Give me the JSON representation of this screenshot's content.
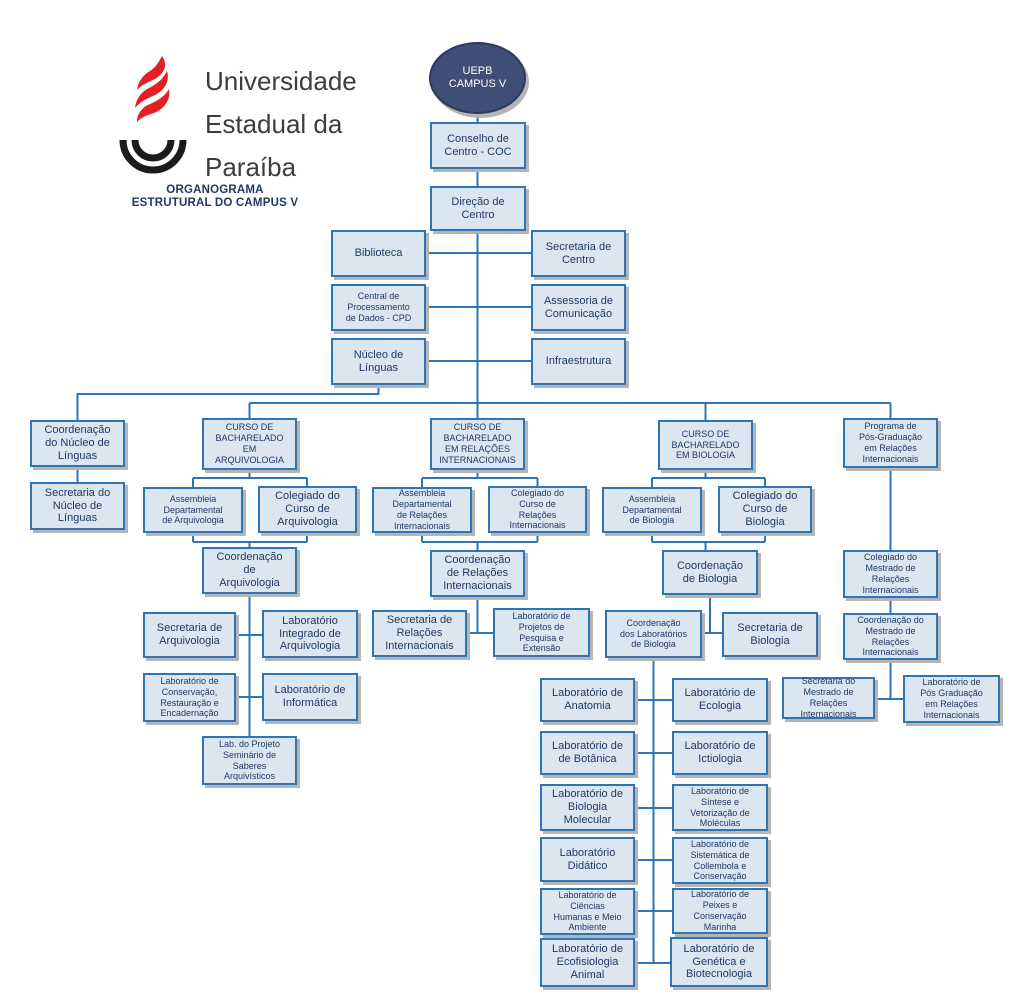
{
  "header": {
    "university_name": "Universidade\nEstadual da\nParaíba",
    "subtitle": "ORGANOGRAMA\nESTRUTURAL DO CAMPUS V"
  },
  "colors": {
    "node_fill": "#dce6f1",
    "node_border": "#2e75b6",
    "node_text": "#1f3864",
    "line": "#2e75b6",
    "ellipse_fill": "#3f4e77",
    "ellipse_text": "#ffffff",
    "shadow": "#b5b5b5",
    "flame_red": "#e31e24",
    "arc_black": "#1b1b1b",
    "title_text": "#3d3d3d"
  },
  "icons": {
    "logo": "uepb-flame-logo"
  },
  "nodes": {
    "uepb": "UEPB\nCAMPUS V",
    "conselho": "Conselho de\nCentro - COC",
    "direcao": "Direção de\nCentro",
    "biblioteca": "Biblioteca",
    "secretaria_centro": "Secretaria de\nCentro",
    "cpd": "Central de\nProcessamento\nde Dados - CPD",
    "assessoria": "Assessoria de\nComunicação",
    "nucleo_linguas": "Núcleo de\nLínguas",
    "infraestrutura": "Infraestrutura",
    "coord_nucleo": "Coordenação\ndo Núcleo de\nLínguas",
    "secr_nucleo": "Secretaria do\nNúcleo de\nLínguas",
    "curso_arq": "CURSO DE\nBACHARELADO\nEM\nARQUIVOLOGIA",
    "assemb_arq": "Assembleia\nDepartamental\nde Arquivologia",
    "coleg_arq": "Colegiado do\nCurso de\nArquivologia",
    "coord_arq": "Coordenação\nde\nArquivologia",
    "secr_arq": "Secretaria de\nArquivologia",
    "lab_int_arq": "Laboratório\nIntegrado de\nArquivologia",
    "lab_conserv": "Laboratório de\nConservação,\nRestauração e\nEncadernação",
    "lab_inform": "Laboratório de\nInformática",
    "lab_projeto": "Lab. do Projeto\nSeminário de\nSaberes\nArquivísticos",
    "curso_ri": "CURSO DE\nBACHARELADO\nEM RELAÇÕES\nINTERNACIONAIS",
    "assemb_ri": "Assembleia\nDepartamental\nde Relações\nInternacionais",
    "coleg_ri": "Colegiado do\nCurso de\nRelações\nInternacionais",
    "coord_ri": "Coordenação\nde Relações\nInternacionais",
    "secr_ri": "Secretaria de\nRelações\nInternacionais",
    "lab_proj_ri": "Laboratório de\nProjetos de\nPesquisa e\nExtensão",
    "curso_bio": "CURSO DE\nBACHARELADO\nEM BIOLOGIA",
    "assemb_bio": "Assembleia\nDepartamental\nde Biologia",
    "coleg_bio": "Colegiado do\nCurso de\nBiologia",
    "coord_bio": "Coordenação\nde Biologia",
    "coord_labs_bio": "Coordenação\ndos Laboratórios\nde Biologia",
    "secr_bio": "Secretaria de\nBiologia",
    "prog_pos": "Programa de\nPós-Graduação\nem Relações\nInternacionais",
    "coleg_mest": "Colegiado do\nMestrado de\nRelações\nInternacionais",
    "coord_mest": "Coordenação do\nMestrado de\nRelações\nInternacionais",
    "secr_mest": "Secretaria do\nMestrado de\nRelações\nInternacionais",
    "lab_pos_ri": "Laboratório de\nPós Graduação\nem Relações\nInternacionais",
    "lab_anatomia": "Laboratório de\nAnatomia",
    "lab_ecologia": "Laboratório de\nEcologia",
    "lab_botanica": "Laboratório de\nde Botânica",
    "lab_ictio": "Laboratório de\nIctiologia",
    "lab_biomol": "Laboratório de\nBiologia\nMolecular",
    "lab_sintese": "Laboratório de\nSíntese e\nVetorização de\nMoléculas",
    "lab_didatico": "Laboratório\nDidático",
    "lab_sistematica": "Laboratório de\nSistemática de\nCollembola e\nConservação",
    "lab_ciencias": "Laboratório de\nCiências\nHumanas e Meio\nAmbiente",
    "lab_peixes": "Laboratório de\nPeixes e\nConservação\nMarinha",
    "lab_ecofisio": "Laboratório de\nEcofisiologia\nAnimal",
    "lab_genetica": "Laboratório de\nGenética e\nBiotecnologia"
  }
}
